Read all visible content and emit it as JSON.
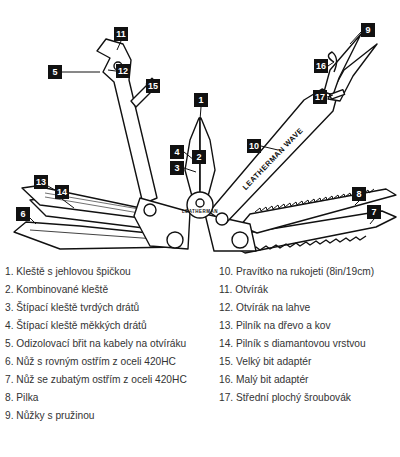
{
  "diagram": {
    "nodes": [
      {
        "text": [
          "9"
        ]
      },
      {
        "text": [
          "11"
        ]
      },
      {
        "text": [
          "16"
        ]
      },
      {
        "text": [
          "5"
        ]
      },
      {
        "text": [
          "12"
        ]
      },
      {
        "text": [
          "15"
        ]
      },
      {
        "text": [
          "17"
        ]
      },
      {
        "text": [
          "1"
        ]
      },
      {
        "text": [
          "10"
        ]
      },
      {
        "text": [
          "4"
        ]
      },
      {
        "text": [
          "2"
        ]
      },
      {
        "text": [
          "3"
        ]
      },
      {
        "text": [
          "13"
        ]
      },
      {
        "text": [
          "14"
        ]
      },
      {
        "text": [
          "8"
        ]
      },
      {
        "text": [
          "7"
        ]
      },
      {
        "text": [
          "6"
        ]
      }
    ],
    "labels": [
      "1. Kleště s jehlovou špičkou",
      "2. Kombinované kleště",
      "3. Štípací kleště tvrdých drátů",
      "4. Štípací kleště měkkých drátů",
      "5. Odizolovací břit na kabely na otvíráku",
      "6. Nůž s rovným ostřím z oceli 420HC",
      "7. Nůž se zubatým ostřím z oceli 420HC",
      "8. Pilka",
      "9. Nůžky s pružinou",
      "10. Pravítko na rukojeti (8in/19cm)",
      "11. Otvírák",
      "12. Otvírák na lahve",
      "13. Pilník na dřevo a kov",
      "14. Pilník s diamantovou vrstvou",
      "15. Velký bit adaptér",
      "16. Malý bit adaptér",
      "17. Střední plochý šroubovák",
      "LEATHERMAN WAVE",
      "LEATHERMAN"
    ]
  }
}
